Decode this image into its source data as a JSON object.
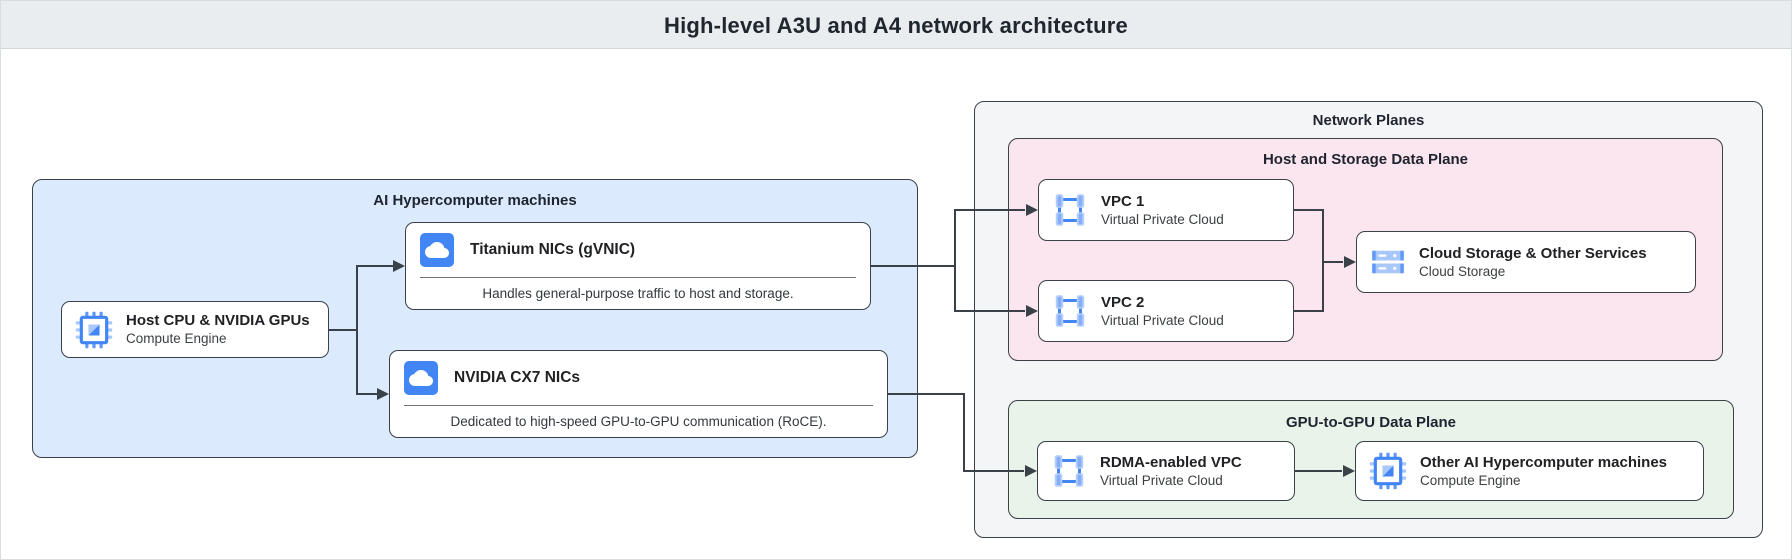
{
  "header": {
    "title": "High-level A3U and A4 network architecture"
  },
  "groups": {
    "ai_machines": {
      "title": "AI Hypercomputer machines"
    },
    "network_planes": {
      "title": "Network Planes"
    },
    "host_storage_plane": {
      "title": "Host and Storage Data Plane"
    },
    "gpu_plane": {
      "title": "GPU-to-GPU Data Plane"
    }
  },
  "nodes": {
    "host_cpu": {
      "title": "Host CPU & NVIDIA GPUs",
      "subtitle": "Compute Engine",
      "icon": "compute-engine-icon"
    },
    "titanium_nics": {
      "title": "Titanium NICs (gVNIC)",
      "description": "Handles general-purpose traffic to host and storage.",
      "icon": "cloud-nic-icon"
    },
    "cx7_nics": {
      "title": "NVIDIA CX7 NICs",
      "description": "Dedicated to high-speed GPU-to-GPU communication (RoCE).",
      "icon": "cloud-nic-icon"
    },
    "vpc1": {
      "title": "VPC 1",
      "subtitle": "Virtual Private Cloud",
      "icon": "vpc-icon"
    },
    "vpc2": {
      "title": "VPC 2",
      "subtitle": "Virtual Private Cloud",
      "icon": "vpc-icon"
    },
    "cloud_storage": {
      "title": "Cloud Storage & Other Services",
      "subtitle": "Cloud Storage",
      "icon": "cloud-storage-icon"
    },
    "rdma_vpc": {
      "title": "RDMA-enabled VPC",
      "subtitle": "Virtual Private Cloud",
      "icon": "vpc-icon"
    },
    "other_machines": {
      "title": "Other AI Hypercomputer machines",
      "subtitle": "Compute Engine",
      "icon": "compute-engine-icon"
    }
  },
  "edges": [
    {
      "from": "host_cpu",
      "to": "titanium_nics"
    },
    {
      "from": "host_cpu",
      "to": "cx7_nics"
    },
    {
      "from": "titanium_nics",
      "to": "vpc1"
    },
    {
      "from": "titanium_nics",
      "to": "vpc2"
    },
    {
      "from": "vpc1",
      "to": "cloud_storage"
    },
    {
      "from": "vpc2",
      "to": "cloud_storage"
    },
    {
      "from": "cx7_nics",
      "to": "rdma_vpc"
    },
    {
      "from": "rdma_vpc",
      "to": "other_machines"
    }
  ],
  "colors": {
    "header_bg": "#e9edf0",
    "line": "#3a4148",
    "blue": "#4285f4",
    "light_blue": "#a8c7fa",
    "group_blue": "#dbeafc",
    "group_gray": "#f4f5f6",
    "group_pink": "#fbe5ee",
    "group_green": "#e8f3ea"
  }
}
